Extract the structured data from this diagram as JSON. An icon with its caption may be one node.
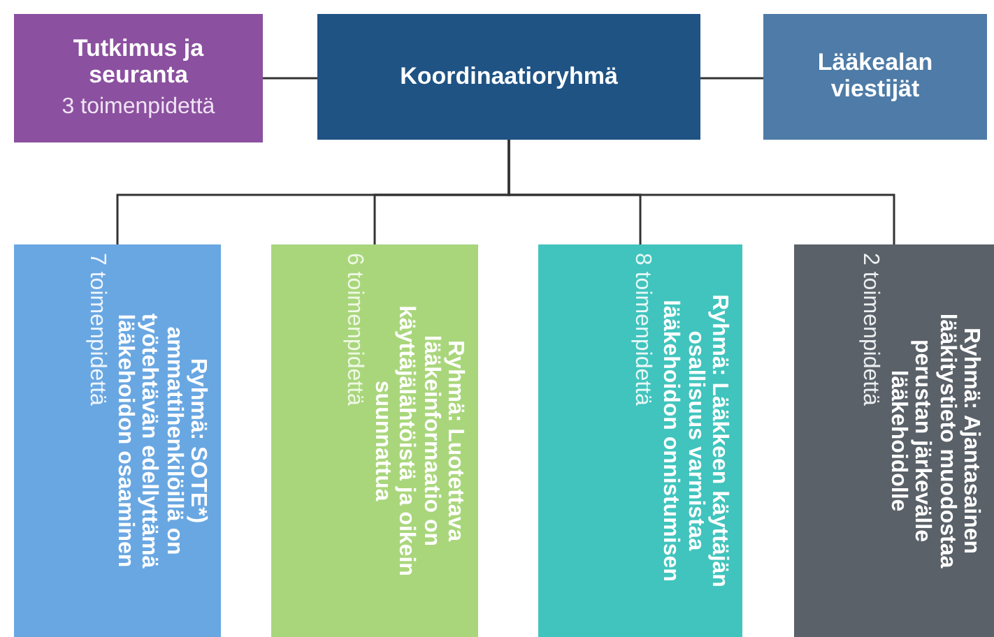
{
  "diagram": {
    "nodes": [
      {
        "text": [
          "Tutkimus ja seuranta",
          "3 toimenpidettä"
        ]
      },
      {
        "text": [
          "Koordinaatioryhmä"
        ]
      },
      {
        "text": [
          "Lääkealan viestijät"
        ]
      },
      {
        "text": [
          "Ryhmä: SOTE*) ammattihenkilöillä on työtehtävän edellyttämä lääkehoidon osaaminen",
          "7 toimenpidettä"
        ]
      },
      {
        "text": [
          "Ryhmä: Luotettava lääkeinformaatio on käyttäjälähtöistä ja oikein suunnattua",
          "6 toimenpidettä"
        ]
      },
      {
        "text": [
          "Ryhmä: Lääkkeen käyttäjän osallisuus varmistaa lääkehoidon onnistumisen",
          "8 toimenpidettä"
        ]
      },
      {
        "text": [
          "Ryhmä: Ajantasainen lääkitystieto muodostaa perustan järkevälle lääkehoidolle",
          "2 toimenpidettä"
        ]
      }
    ],
    "edges": [
      {
        "from": 0,
        "to": 1,
        "arrow": "none"
      },
      {
        "from": 1,
        "to": 2,
        "arrow": "none"
      },
      {
        "from": 1,
        "to": 3,
        "arrow": "none"
      },
      {
        "from": 1,
        "to": 4,
        "arrow": "none"
      },
      {
        "from": 1,
        "to": 5,
        "arrow": "none"
      },
      {
        "from": 1,
        "to": 6,
        "arrow": "none"
      }
    ]
  }
}
